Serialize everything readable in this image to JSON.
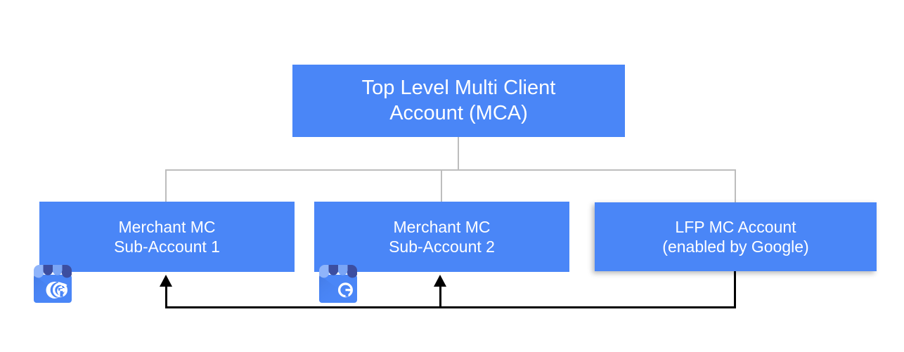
{
  "diagram": {
    "title_text": "Top Level Multi Client Account (MCA)",
    "background_color": "#ffffff",
    "node_color": "#4a86f7",
    "node_text_color": "#ffffff",
    "connector_color": "#bdbdbd",
    "arrow_color": "#000000",
    "nodes": [
      {
        "id": "top-mca",
        "label": "Top Level Multi Client\nAccount (MCA)",
        "line1": "Top Level Multi Client",
        "line2": "Account (MCA)"
      },
      {
        "id": "merchant-sub-1",
        "label": "Merchant MC\nSub-Account 1",
        "line1": "Merchant MC",
        "line2": "Sub-Account 1"
      },
      {
        "id": "merchant-sub-2",
        "label": "Merchant MC\nSub-Account 2",
        "line1": "Merchant MC",
        "line2": "Sub-Account 2"
      },
      {
        "id": "lfp-mc-account",
        "label": "LFP MC Account\n(enabled by Google)",
        "line1": "LFP MC Account",
        "line2": "(enabled by Google)"
      }
    ],
    "icons": [
      {
        "id": "gmb-icon-1",
        "name": "google-my-business-storefront-icon"
      },
      {
        "id": "gmb-icon-2",
        "name": "google-my-business-storefront-icon"
      }
    ],
    "icon_glyph_letter": "G"
  }
}
